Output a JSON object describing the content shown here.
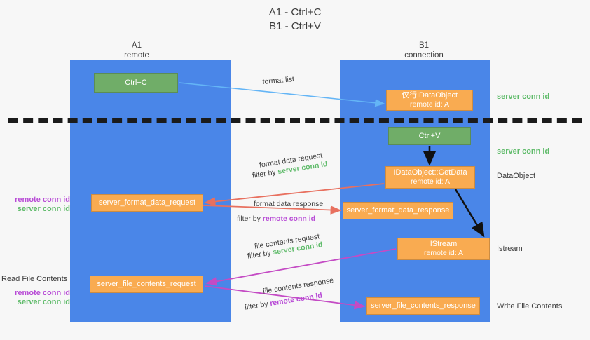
{
  "title": {
    "line1": "A1 - Ctrl+C",
    "line2": "B1 - Ctrl+V"
  },
  "columns": {
    "left": {
      "name": "A1",
      "role": "remote"
    },
    "right": {
      "name": "B1",
      "role": "connection"
    }
  },
  "colors": {
    "lane": "#4a86e8",
    "green_node": "#70ad68",
    "orange_node": "#f9ab51",
    "remote_conn_id": "#b84bd6",
    "server_conn_id": "#5fbb6a",
    "divider": "#1b1b1b",
    "arrow_blue": "#64b5f6",
    "arrow_red": "#e8705f",
    "arrow_magenta": "#c44bc4",
    "arrow_black": "#111111",
    "background": "#f7f7f7"
  },
  "nodes": {
    "ctrl_c": {
      "label": "Ctrl+C",
      "kind": "green"
    },
    "ctrl_v": {
      "label": "Ctrl+V",
      "kind": "green"
    },
    "idataobject": {
      "label": "仅行IDataObject",
      "sub": "remote id: A",
      "kind": "orange"
    },
    "getdata": {
      "label": "IDataObject::GetData",
      "sub": "remote id: A",
      "kind": "orange"
    },
    "istream": {
      "label": "IStream",
      "sub": "remote id: A",
      "kind": "orange"
    },
    "server_format_data_request": {
      "label": "server_format_data_request",
      "kind": "orange"
    },
    "server_format_data_response": {
      "label": "server_format_data_response",
      "kind": "orange"
    },
    "server_file_contents_request": {
      "label": "server_file_contents_request",
      "kind": "orange"
    },
    "server_file_contents_response": {
      "label": "server_file_contents_response",
      "kind": "orange"
    }
  },
  "edge_notes": {
    "format_list": "format list",
    "format_data_request": "format data request",
    "format_data_request_filter_prefix": "filter by ",
    "format_data_request_filter_value": "server conn id",
    "format_data_response": "format data response",
    "format_data_response_filter_prefix": "filter by ",
    "format_data_response_filter_value": "remote conn id",
    "file_contents_request": "file contents request",
    "file_contents_request_filter_prefix": "filter by ",
    "file_contents_request_filter_value": "server conn id",
    "file_contents_response": "file contents response",
    "file_contents_response_filter_prefix": "filter by ",
    "file_contents_response_filter_value": "remote conn id"
  },
  "left_labels": {
    "format_remote": "remote conn id",
    "format_server": "server conn id",
    "read_file_contents": "Read File Contents",
    "file_remote": "remote conn id",
    "file_server": "server conn id"
  },
  "right_labels": {
    "server_conn_id_top": "server conn id",
    "server_conn_id_second": "server conn id",
    "data_object": "DataObject",
    "istream": "Istream",
    "write_file_contents": "Write File Contents"
  }
}
